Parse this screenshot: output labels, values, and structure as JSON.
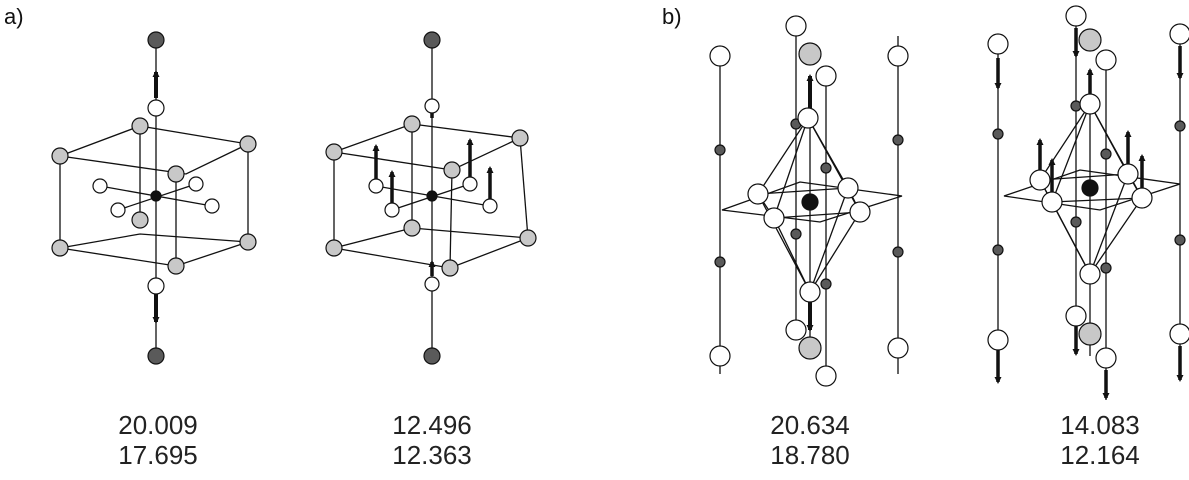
{
  "panels": [
    {
      "label": "a)",
      "modes": [
        {
          "frequencies": [
            "20.009",
            "17.695"
          ]
        },
        {
          "frequencies": [
            "12.496",
            "12.363"
          ]
        }
      ]
    },
    {
      "label": "b)",
      "modes": [
        {
          "frequencies": [
            "20.634",
            "18.780"
          ]
        },
        {
          "frequencies": [
            "14.083",
            "12.164"
          ]
        }
      ]
    }
  ],
  "colors": {
    "line": "#111111",
    "atom_white": "#ffffff",
    "atom_light": "#c8c8c8",
    "atom_dark": "#5a5a5a",
    "atom_black": "#111111",
    "arrow": "#111111"
  }
}
